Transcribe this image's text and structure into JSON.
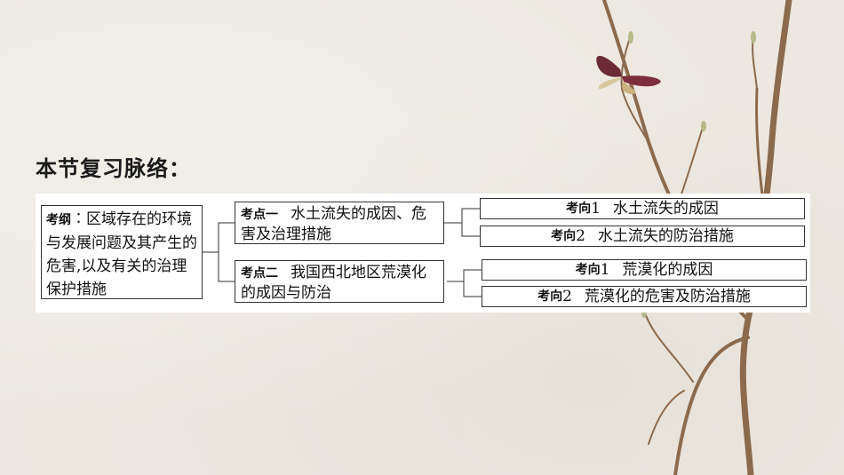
{
  "section_title": "本节复习脉络：",
  "outline": {
    "tag": "考纲",
    "separator": "∶",
    "text": "区域存在的环境与发展问题及其产生的危害,以及有关的治理保护措施"
  },
  "points": [
    {
      "tag": "考点一",
      "text": "水土流失的成因、危害及治理措施",
      "directions": [
        {
          "tag": "考向",
          "number": "1",
          "text": "水土流失的成因"
        },
        {
          "tag": "考向",
          "number": "2",
          "text": "水土流失的防治措施"
        }
      ]
    },
    {
      "tag": "考点二",
      "text": "我国西北地区荒漠化的成因与防治",
      "directions": [
        {
          "tag": "考向",
          "number": "1",
          "text": "荒漠化的成因"
        },
        {
          "tag": "考向",
          "number": "2",
          "text": "荒漠化的危害及防治措施"
        }
      ]
    }
  ]
}
